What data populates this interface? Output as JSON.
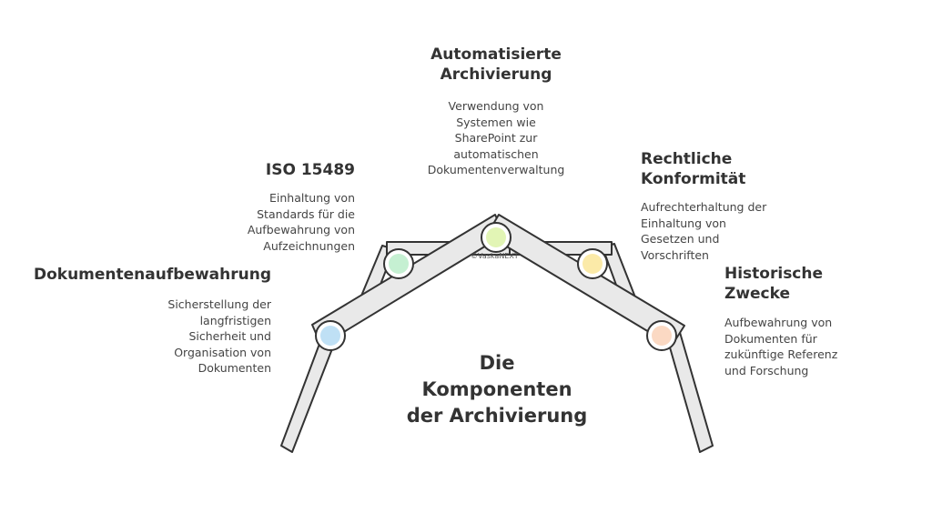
{
  "center_title": "Die\nKomponenten\nder Archivierung",
  "watermark": "©VaskaNEXT",
  "items": [
    {
      "title": "Dokumentenaufbewahrung",
      "description": "Sicherstellung der\nlangfristigen\nSicherheit und\nOrganisation von\nDokumenten",
      "color": "#bfe0f5"
    },
    {
      "title": "ISO 15489",
      "description": "Einhaltung von\nStandards für die\nAufbewahrung von\nAufzeichnungen",
      "color": "#c5f0d2"
    },
    {
      "title": "Automatisierte\nArchivierung",
      "description": "Verwendung von\nSystemen wie\nSharePoint zur\nautomatischen\nDokumentenverwaltung",
      "color": "#e2f5b5"
    },
    {
      "title": "Rechtliche\nKonformität",
      "description": "Aufrechterhaltung der\nEinhaltung von\nGesetzen und\nVorschriften",
      "color": "#fbeaa8"
    },
    {
      "title": "Historische\nZwecke",
      "description": "Aufbewahrung von\nDokumenten für\nzukünftige Referenz\nund Forschung",
      "color": "#fbd9c3"
    }
  ]
}
